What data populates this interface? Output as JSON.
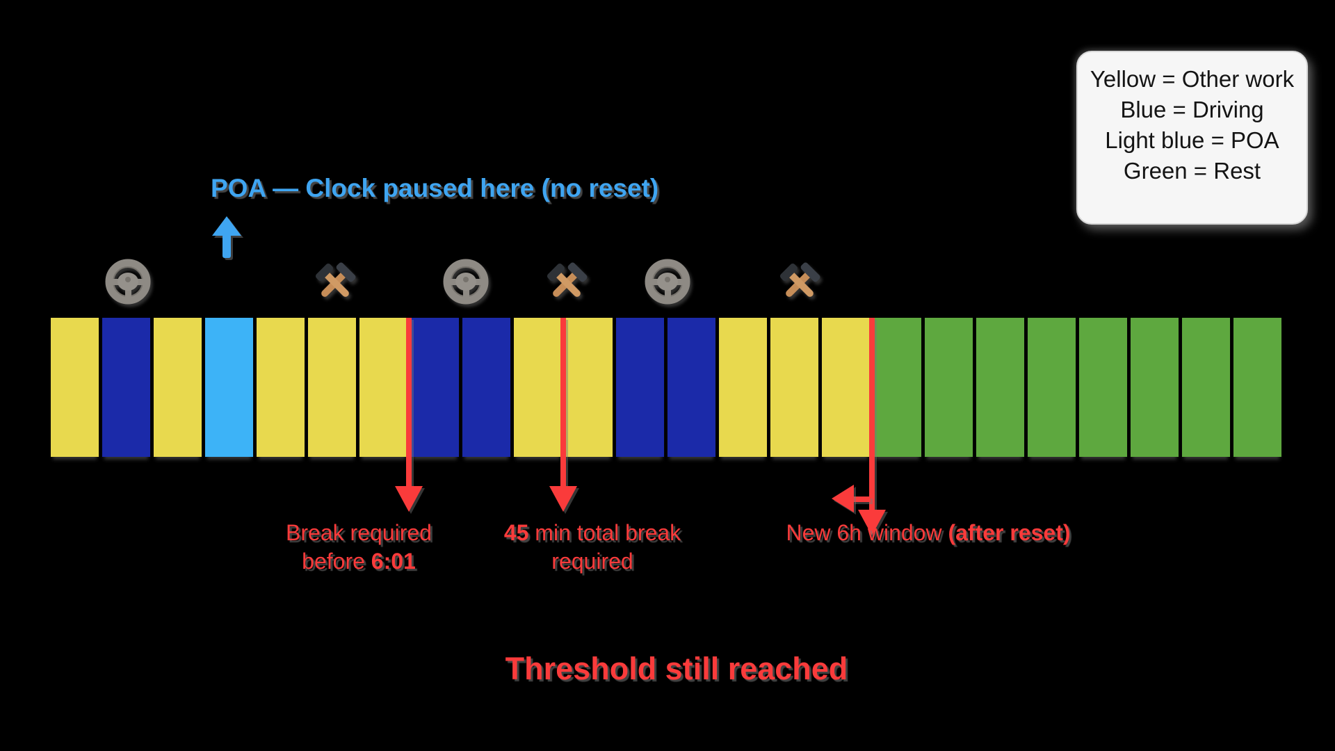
{
  "legend": {
    "lines": [
      "Yellow = Other work",
      "Blue = Driving",
      "Light blue = POA",
      "Green = Rest"
    ]
  },
  "poa_callout": {
    "label": "POA — Clock paused here (no reset)"
  },
  "timeline": {
    "blocks": [
      "other_work",
      "driving",
      "other_work",
      "poa",
      "other_work",
      "other_work",
      "other_work",
      "driving",
      "driving",
      "other_work",
      "other_work",
      "driving",
      "driving",
      "other_work",
      "other_work",
      "other_work",
      "rest",
      "rest",
      "rest",
      "rest",
      "rest",
      "rest",
      "rest",
      "rest"
    ]
  },
  "colors": {
    "other_work": "#e8d94e",
    "driving": "#1b2aa9",
    "poa": "#3db3f7",
    "rest": "#5ea83f",
    "marker_red": "#fa3b3b",
    "callout_blue": "#3fa5f1",
    "legend_bg": "#f6f6f6",
    "legend_text": "#141414"
  },
  "markers": {
    "break_required": {
      "line1": [
        {
          "t": "Break required",
          "b": false
        }
      ],
      "line2": [
        {
          "t": "before ",
          "b": false
        },
        {
          "t": "6:01",
          "b": true
        }
      ]
    },
    "total_break": {
      "line1": [
        {
          "t": "45",
          "b": true
        },
        {
          "t": " min total break",
          "b": false
        }
      ],
      "line2": [
        {
          "t": "required",
          "b": false
        }
      ]
    },
    "new_window": {
      "line1": [
        {
          "t": "New 6h window ",
          "b": false
        },
        {
          "t": "(after reset)",
          "b": true
        }
      ]
    }
  },
  "headline": "Threshold still reached",
  "icons": {
    "sequence": [
      "steering-wheel",
      "hammer-pick",
      "steering-wheel",
      "hammer-pick",
      "steering-wheel",
      "hammer-pick"
    ]
  }
}
